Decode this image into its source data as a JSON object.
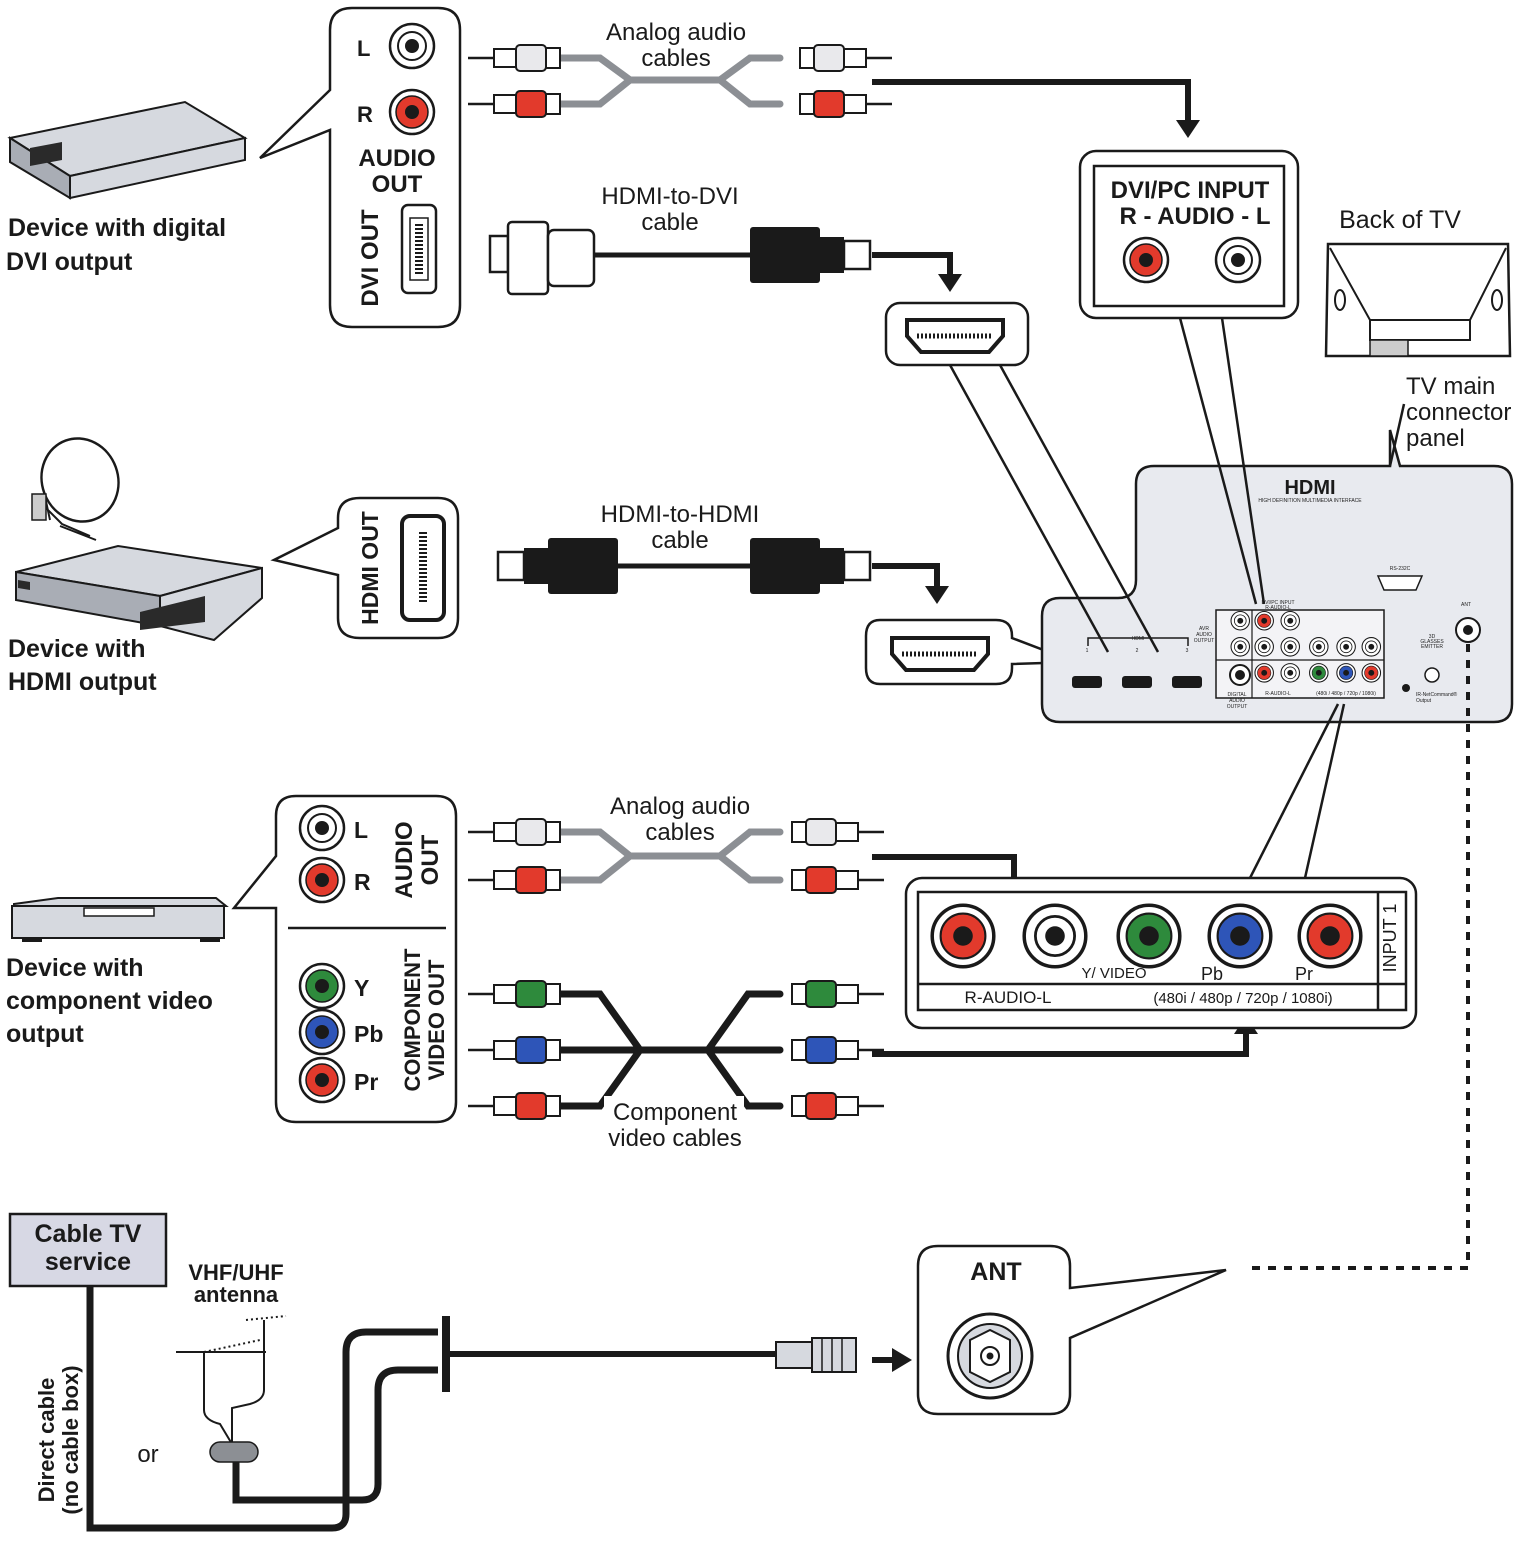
{
  "colors": {
    "red": "#e23a2c",
    "white": "#ffffff",
    "green": "#2e8a3c",
    "blue": "#2e55b8",
    "gray_label_box": "#d7d8e4"
  },
  "devices": {
    "dvi_device": {
      "label_line1": "Device with digital",
      "label_line2": "DVI output",
      "callout": {
        "l": "L",
        "r": "R",
        "audio_out_1": "AUDIO",
        "audio_out_2": "OUT",
        "dvi_out": "DVI OUT"
      }
    },
    "hdmi_device": {
      "label_line1": "Device with",
      "label_line2": "HDMI output",
      "callout": {
        "hdmi_out": "HDMI OUT"
      }
    },
    "component_device": {
      "label_line1": "Device with",
      "label_line2": "component video",
      "label_line3": "output",
      "callout": {
        "l": "L",
        "r": "R",
        "audio_out_1": "AUDIO",
        "audio_out_2": "OUT",
        "y": "Y",
        "pb": "Pb",
        "pr": "Pr",
        "component_1": "COMPONENT",
        "component_2": "VIDEO OUT"
      }
    }
  },
  "cables": {
    "analog_audio_top_1": "Analog audio",
    "analog_audio_top_2": "cables",
    "hdmi_dvi_1": "HDMI-to-DVI",
    "hdmi_dvi_2": "cable",
    "hdmi_hdmi_1": "HDMI-to-HDMI",
    "hdmi_hdmi_2": "cable",
    "analog_audio_bottom_1": "Analog audio",
    "analog_audio_bottom_2": "cables",
    "component_1": "Component",
    "component_2": "video cables"
  },
  "tv": {
    "back_of_tv": "Back of TV",
    "main_panel_1": "TV main",
    "main_panel_2": "connector",
    "main_panel_3": "panel",
    "hdmi_logo": "HDMI",
    "hdmi_logo_sub": "HIGH DEFINITION MULTIMEDIA INTERFACE",
    "rs232": "RS-232C",
    "ant_small": "ANT",
    "hdmi_small": "HDMI",
    "hdmi_port_1": "1",
    "hdmi_port_2": "2",
    "hdmi_port_3": "3",
    "avr_1": "AVR",
    "avr_2": "AUDIO",
    "avr_3": "OUTPUT",
    "digital_1": "DIGITAL",
    "digital_2": "AUDIO",
    "digital_3": "OUTPUT",
    "dvi_small_1": "DVI/PC INPUT",
    "dvi_small_2": "R-AUDIO-L",
    "glasses_1": "3D",
    "glasses_2": "GLASSES",
    "glasses_3": "EMITTER",
    "ir_1": "IR-NetCommand®",
    "ir_2": "Output",
    "raudio_small": "R-AUDIO-L",
    "res_small": "(480i / 480p / 720p / 1080i)"
  },
  "dvi_pc_box": {
    "line1": "DVI/PC INPUT",
    "line2": "R - AUDIO - L"
  },
  "input1_box": {
    "title": "INPUT 1",
    "y_video": "Y/ VIDEO",
    "pb": "Pb",
    "pr": "Pr",
    "r_audio_l": "R-AUDIO-L",
    "resolutions": "(480i / 480p / 720p / 1080i)"
  },
  "antenna_section": {
    "cable_tv_1": "Cable TV",
    "cable_tv_2": "service",
    "vhf_1": "VHF/UHF",
    "vhf_2": "antenna",
    "or": "or",
    "direct_1": "Direct cable",
    "direct_2": "(no cable box)",
    "ant_label": "ANT"
  }
}
